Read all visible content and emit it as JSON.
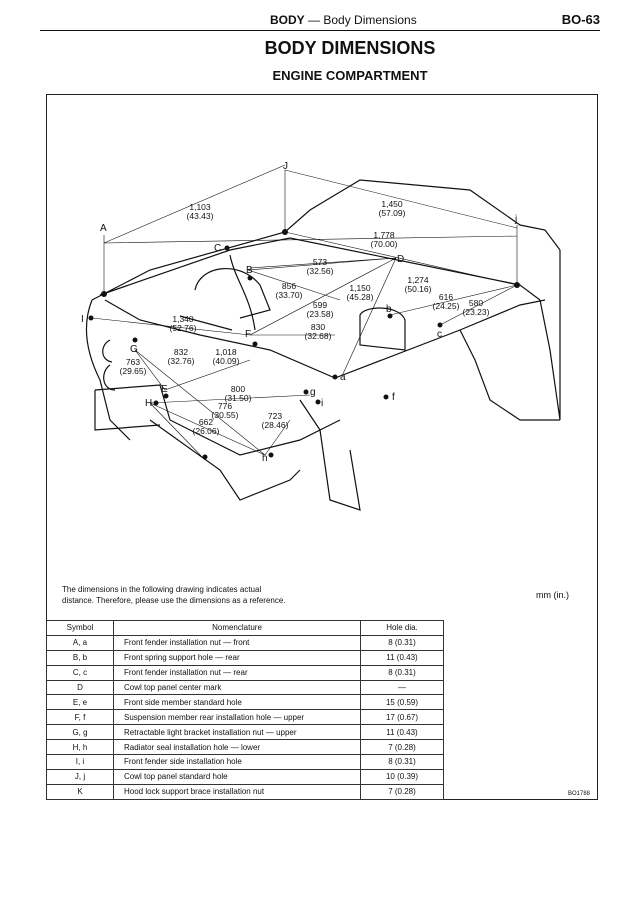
{
  "header": {
    "section": "BODY",
    "separator": "—",
    "topic": "Body Dimensions",
    "page": "BO-63"
  },
  "title": "BODY DIMENSIONS",
  "subtitle": "ENGINE COMPARTMENT",
  "diagram": {
    "points": {
      "J": "J",
      "A": "A",
      "j": "j",
      "C": "C",
      "D": "D",
      "B": "B",
      "b": "b",
      "c": "c",
      "I": "I",
      "F": "F",
      "G": "G",
      "a": "a",
      "E": "E",
      "g": "g",
      "H": "H",
      "i": "i",
      "f": "f",
      "h": "h"
    },
    "dims": [
      {
        "mm": "1,103",
        "in": "(43.43)"
      },
      {
        "mm": "1,450",
        "in": "(57.09)"
      },
      {
        "mm": "1,778",
        "in": "(70.00)"
      },
      {
        "mm": "573",
        "in": "(32.56)"
      },
      {
        "mm": "856",
        "in": "(33.70)"
      },
      {
        "mm": "1,150",
        "in": "(45.28)"
      },
      {
        "mm": "1,274",
        "in": "(50.16)"
      },
      {
        "mm": "616",
        "in": "(24.25)"
      },
      {
        "mm": "580",
        "in": "(23.23)"
      },
      {
        "mm": "599",
        "in": "(23.58)"
      },
      {
        "mm": "830",
        "in": "(32.68)"
      },
      {
        "mm": "1,340",
        "in": "(52.76)"
      },
      {
        "mm": "832",
        "in": "(32.76)"
      },
      {
        "mm": "1,018",
        "in": "(40.09)"
      },
      {
        "mm": "763",
        "in": "(29.65)"
      },
      {
        "mm": "800",
        "in": "(31.50)"
      },
      {
        "mm": "776",
        "in": "(30.55)"
      },
      {
        "mm": "662",
        "in": "(26.06)"
      },
      {
        "mm": "723",
        "in": "(28.46)"
      }
    ]
  },
  "note": {
    "line1": "The dimensions in the following drawing indicates actual",
    "line2": "distance. Therefore, please use the dimensions as a reference."
  },
  "units": "mm (in.)",
  "table": {
    "headers": [
      "Symbol",
      "Nomenclature",
      "Hole dia."
    ],
    "rows": [
      [
        "A, a",
        "Front fender installation nut — front",
        "8 (0.31)"
      ],
      [
        "B, b",
        "Front spring support hole — rear",
        "11 (0.43)"
      ],
      [
        "C, c",
        "Front fender installation nut — rear",
        "8 (0.31)"
      ],
      [
        "D",
        "Cowl top panel center mark",
        "—"
      ],
      [
        "E, e",
        "Front side member standard hole",
        "15 (0.59)"
      ],
      [
        "F, f",
        "Suspension member rear installation hole — upper",
        "17 (0.67)"
      ],
      [
        "G, g",
        "Retractable light bracket installation nut — upper",
        "11 (0.43)"
      ],
      [
        "H, h",
        "Radiator seal installation hole — lower",
        "7 (0.28)"
      ],
      [
        "I, i",
        "Front fender side installation hole",
        "8 (0.31)"
      ],
      [
        "J, j",
        "Cowl top panel standard hole",
        "10 (0.39)"
      ],
      [
        "K",
        "Hood lock support brace installation nut",
        "7 (0.28)"
      ]
    ]
  },
  "figure_code": "BO1788"
}
